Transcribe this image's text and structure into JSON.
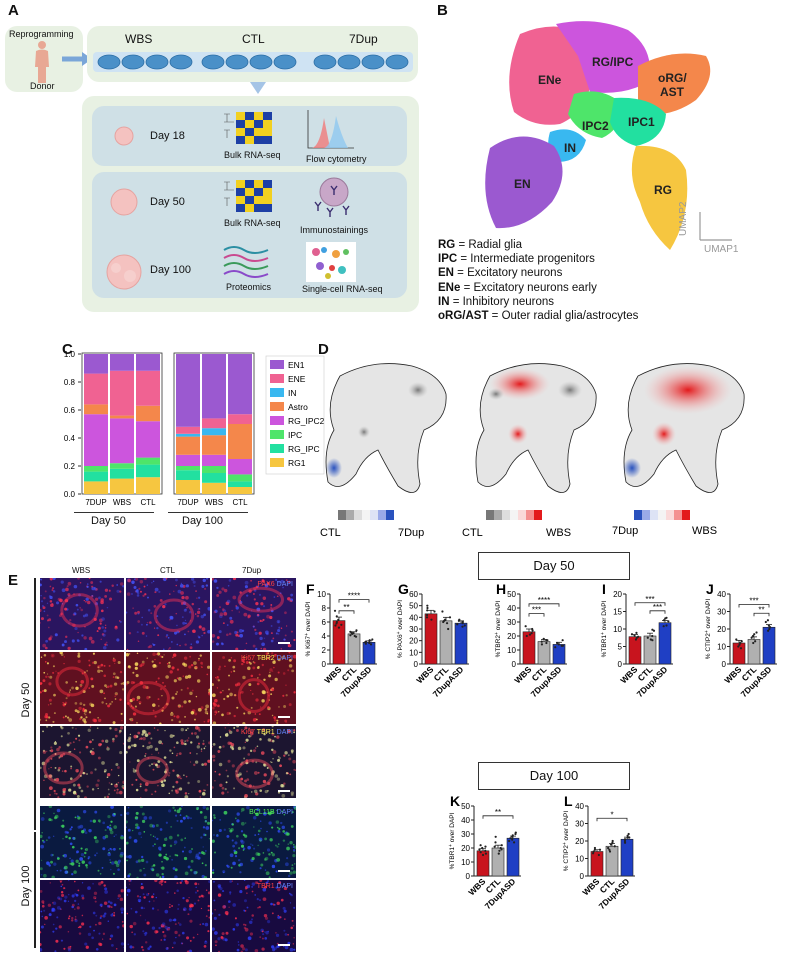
{
  "panel_a": {
    "letter": "A",
    "reprogramming": "Reprogramming",
    "donor": "Donor",
    "groups": [
      "WBS",
      "CTL",
      "7Dup"
    ],
    "group_colors": [
      "#d62728",
      "#555555",
      "#2a52be"
    ],
    "rows": [
      {
        "day": "Day 18",
        "items": [
          "Bulk RNA-seq",
          "Flow cytometry"
        ]
      },
      {
        "day": "Day 50",
        "items": [
          "Bulk RNA-seq",
          "Immunostainings",
          "Proteomics"
        ]
      },
      {
        "day": "Day 100",
        "items": [
          "Single-cell RNA-seq"
        ]
      }
    ]
  },
  "panel_b": {
    "letter": "B",
    "clusters": [
      {
        "label": "ENe",
        "color": "#f06292"
      },
      {
        "label": "RG/IPC",
        "color": "#cc55dd"
      },
      {
        "label": "oRG/\nAST",
        "color": "#f4874b"
      },
      {
        "label": "IPC2",
        "color": "#4ee56a"
      },
      {
        "label": "IPC1",
        "color": "#22e0a0"
      },
      {
        "label": "IN",
        "color": "#39b8f0"
      },
      {
        "label": "EN",
        "color": "#9b59d0"
      },
      {
        "label": "RG",
        "color": "#f6c640"
      }
    ],
    "legend": [
      {
        "abbr": "RG",
        "text": " = Radial glia"
      },
      {
        "abbr": "IPC",
        "text": " = Intermediate progenitors"
      },
      {
        "abbr": "EN",
        "text": " = Excitatory neurons"
      },
      {
        "abbr": "ENe",
        "text": " = Excitatory neurons early"
      },
      {
        "abbr": "IN",
        "text": " = Inhibitory neurons"
      },
      {
        "abbr": "oRG/AST",
        "text": " = Outer radial glia/astrocytes"
      }
    ],
    "axis_x": "UMAP1",
    "axis_y": "UMAP2"
  },
  "panel_c": {
    "letter": "C",
    "legend": [
      {
        "name": "EN1",
        "color": "#9b59d0"
      },
      {
        "name": "ENE",
        "color": "#f06292"
      },
      {
        "name": "IN",
        "color": "#39b8f0"
      },
      {
        "name": "Astro",
        "color": "#f4874b"
      },
      {
        "name": "RG_IPC2",
        "color": "#cc55dd"
      },
      {
        "name": "IPC",
        "color": "#4ee56a"
      },
      {
        "name": "RG_IPC",
        "color": "#22e0a0"
      },
      {
        "name": "RG1",
        "color": "#f6c640"
      }
    ],
    "day_labels": [
      "Day 50",
      "Day 100"
    ]
  },
  "panel_d": {
    "letter": "D",
    "comparisons": [
      {
        "left": "CTL",
        "right": "7Dup"
      },
      {
        "left": "CTL",
        "right": "WBS"
      },
      {
        "left": "7Dup",
        "right": "WBS"
      }
    ]
  },
  "panel_e": {
    "letter": "E",
    "columns": [
      "WBS",
      "CTL",
      "7Dup"
    ],
    "day50": "Day 50",
    "day100": "Day 100",
    "stains": [
      {
        "markers": [
          {
            "t": "PAX6",
            "c": "#ff4040"
          },
          {
            "t": " DAPI",
            "c": "#6688ff"
          }
        ]
      },
      {
        "markers": [
          {
            "t": "Ki67",
            "c": "#ff4040"
          },
          {
            "t": " TBR2",
            "c": "#ffee55"
          },
          {
            "t": " DAPI",
            "c": "#6688ff"
          }
        ]
      },
      {
        "markers": [
          {
            "t": "Ki67",
            "c": "#ff4040"
          },
          {
            "t": " TBR1",
            "c": "#ffee55"
          },
          {
            "t": " DAPI",
            "c": "#6688ff"
          }
        ]
      },
      {
        "markers": [
          {
            "t": "BCL11B",
            "c": "#55ee55"
          },
          {
            "t": " DAPI",
            "c": "#6688ff"
          }
        ]
      },
      {
        "markers": [
          {
            "t": "TBR1",
            "c": "#ff4040"
          },
          {
            "t": " DAPI",
            "c": "#6688ff"
          }
        ]
      }
    ]
  },
  "headers": {
    "day50": "Day 50",
    "day100": "Day 100"
  },
  "chart_data": [
    {
      "type": "stacked_bar",
      "panel": "C-Day50",
      "categories": [
        "7DUP",
        "WBS",
        "CTL"
      ],
      "ylim": [
        0,
        1.0
      ],
      "yticks": [
        "0.0",
        "0.2",
        "0.4",
        "0.6",
        "0.8",
        "1.0"
      ],
      "series": [
        {
          "name": "RG1",
          "values": [
            0.09,
            0.11,
            0.12
          ]
        },
        {
          "name": "RG_IPC",
          "values": [
            0.07,
            0.07,
            0.09
          ]
        },
        {
          "name": "IPC",
          "values": [
            0.04,
            0.04,
            0.05
          ]
        },
        {
          "name": "RG_IPC2",
          "values": [
            0.37,
            0.32,
            0.26
          ]
        },
        {
          "name": "Astro",
          "values": [
            0.07,
            0.02,
            0.11
          ]
        },
        {
          "name": "IN",
          "values": [
            0.0,
            0.0,
            0.0
          ]
        },
        {
          "name": "ENE",
          "values": [
            0.22,
            0.32,
            0.25
          ]
        },
        {
          "name": "EN1",
          "values": [
            0.14,
            0.12,
            0.12
          ]
        }
      ]
    },
    {
      "type": "stacked_bar",
      "panel": "C-Day100",
      "categories": [
        "7DUP",
        "WBS",
        "CTL"
      ],
      "ylim": [
        0,
        1.0
      ],
      "series": [
        {
          "name": "RG1",
          "values": [
            0.1,
            0.08,
            0.05
          ]
        },
        {
          "name": "RG_IPC",
          "values": [
            0.07,
            0.07,
            0.04
          ]
        },
        {
          "name": "IPC",
          "values": [
            0.03,
            0.05,
            0.05
          ]
        },
        {
          "name": "RG_IPC2",
          "values": [
            0.08,
            0.08,
            0.11
          ]
        },
        {
          "name": "Astro",
          "values": [
            0.13,
            0.14,
            0.25
          ]
        },
        {
          "name": "IN",
          "values": [
            0.02,
            0.05,
            0.0
          ]
        },
        {
          "name": "ENE",
          "values": [
            0.05,
            0.07,
            0.07
          ]
        },
        {
          "name": "EN1",
          "values": [
            0.52,
            0.46,
            0.43
          ]
        }
      ]
    },
    {
      "type": "bar",
      "panel": "F",
      "letter": "F",
      "ylabel_main": "% Ki67",
      "ylabel_sup": "+",
      "ylabel_tail": " over DAPI",
      "categories": [
        "WBS",
        "CTL",
        "7DupASD"
      ],
      "values": [
        6.2,
        4.3,
        3.1
      ],
      "errors": [
        0.5,
        0.3,
        0.2
      ],
      "ylim": [
        0,
        10
      ],
      "yticks": [
        0,
        2,
        4,
        6,
        8,
        10
      ],
      "points": [
        [
          7.6,
          6.8,
          6.0,
          5.6,
          5.5,
          5.2,
          6.3,
          5.8
        ],
        [
          4.5,
          4.3,
          4.1,
          3.9,
          4.8,
          4.6,
          4.0,
          4.4
        ],
        [
          3.4,
          3.2,
          3.0,
          2.9,
          2.8,
          3.3,
          3.1,
          3.5
        ]
      ],
      "sig": [
        {
          "from": 0,
          "to": 1,
          "label": "**",
          "y": 7.6
        },
        {
          "from": 0,
          "to": 2,
          "label": "****",
          "y": 9.2
        }
      ]
    },
    {
      "type": "bar",
      "panel": "G",
      "letter": "G",
      "ylabel_main": "% PAX6",
      "ylabel_sup": "+",
      "ylabel_tail": " over DAPI",
      "categories": [
        "WBS",
        "CTL",
        "7DupASD"
      ],
      "values": [
        43,
        37,
        35
      ],
      "errors": [
        3,
        3,
        2
      ],
      "ylim": [
        0,
        60
      ],
      "yticks": [
        0,
        10,
        20,
        30,
        40,
        50,
        60
      ],
      "points": [
        [
          50,
          48,
          46,
          42,
          40,
          38,
          45
        ],
        [
          45,
          40,
          37,
          35,
          30,
          38,
          36
        ],
        [
          38,
          36,
          34,
          33,
          35,
          32,
          37
        ]
      ],
      "sig": []
    },
    {
      "type": "bar",
      "panel": "H",
      "letter": "H",
      "ylabel_main": "%TBR2",
      "ylabel_sup": "+",
      "ylabel_tail": " over DAPI",
      "categories": [
        "WBS",
        "CTL",
        "7DupASD"
      ],
      "values": [
        23,
        16,
        14
      ],
      "errors": [
        2,
        1.5,
        1.5
      ],
      "ylim": [
        0,
        50
      ],
      "yticks": [
        0,
        10,
        20,
        30,
        40,
        50
      ],
      "points": [
        [
          27,
          25,
          22,
          20,
          24,
          21
        ],
        [
          18,
          17,
          15,
          14,
          16,
          17
        ],
        [
          17,
          15,
          13,
          12,
          14,
          13
        ]
      ],
      "sig": [
        {
          "from": 0,
          "to": 1,
          "label": "***",
          "y": 36
        },
        {
          "from": 0,
          "to": 2,
          "label": "****",
          "y": 43
        }
      ]
    },
    {
      "type": "bar",
      "panel": "I",
      "letter": "I",
      "ylabel_main": "%TBR1",
      "ylabel_sup": "+",
      "ylabel_tail": " over DAPI",
      "categories": [
        "WBS",
        "CTL",
        "7DupASD"
      ],
      "values": [
        7.8,
        8.0,
        11.8
      ],
      "errors": [
        0.6,
        0.8,
        0.6
      ],
      "ylim": [
        0,
        20
      ],
      "yticks": [
        0,
        5,
        10,
        15,
        20
      ],
      "points": [
        [
          8.5,
          7.5,
          7.0,
          8.2,
          7.8,
          8.9
        ],
        [
          9.5,
          8.0,
          7.0,
          7.5,
          9.8,
          6.8
        ],
        [
          13.0,
          12.5,
          11.0,
          10.8,
          12.2,
          13.2
        ]
      ],
      "sig": [
        {
          "from": 1,
          "to": 2,
          "label": "***",
          "y": 15.2
        },
        {
          "from": 0,
          "to": 2,
          "label": "***",
          "y": 17.5
        }
      ]
    },
    {
      "type": "bar",
      "panel": "J",
      "letter": "J",
      "ylabel_main": "% CTIP2",
      "ylabel_sup": "+",
      "ylabel_tail": " over DAPI",
      "categories": [
        "WBS",
        "CTL",
        "7DupASD"
      ],
      "values": [
        12,
        14,
        21
      ],
      "errors": [
        1.5,
        1.5,
        1.5
      ],
      "ylim": [
        0,
        40
      ],
      "yticks": [
        0,
        10,
        20,
        30,
        40
      ],
      "points": [
        [
          14,
          11,
          10,
          12,
          13,
          9
        ],
        [
          17,
          13,
          12,
          15,
          16,
          18
        ],
        [
          24,
          22,
          19,
          21,
          25,
          20
        ]
      ],
      "sig": [
        {
          "from": 1,
          "to": 2,
          "label": "**",
          "y": 29
        },
        {
          "from": 0,
          "to": 2,
          "label": "***",
          "y": 34
        }
      ]
    },
    {
      "type": "bar",
      "panel": "K",
      "letter": "K",
      "ylabel_main": "%TBR1",
      "ylabel_sup": "+",
      "ylabel_tail": " over DAPI",
      "categories": [
        "WBS",
        "CTL",
        "7DupASD"
      ],
      "values": [
        18,
        20,
        27
      ],
      "errors": [
        1.5,
        2,
        1.5
      ],
      "ylim": [
        0,
        50
      ],
      "yticks": [
        0,
        10,
        20,
        30,
        40,
        50
      ],
      "points": [
        [
          22,
          20,
          17,
          16,
          18,
          21,
          19,
          15
        ],
        [
          28,
          24,
          22,
          20,
          18,
          16,
          21,
          19
        ],
        [
          30,
          28,
          26,
          25,
          27,
          29,
          24,
          31
        ]
      ],
      "sig": [
        {
          "from": 0,
          "to": 2,
          "label": "**",
          "y": 43
        }
      ]
    },
    {
      "type": "bar",
      "panel": "L",
      "letter": "L",
      "ylabel_main": "% CTIP2",
      "ylabel_sup": "+",
      "ylabel_tail": " over DAPI",
      "categories": [
        "WBS",
        "CTL",
        "7DupASD"
      ],
      "values": [
        14,
        17,
        21
      ],
      "errors": [
        1,
        1.5,
        1.2
      ],
      "ylim": [
        0,
        40
      ],
      "yticks": [
        0,
        10,
        20,
        30,
        40
      ],
      "points": [
        [
          16,
          15,
          13,
          14,
          12,
          15
        ],
        [
          20,
          18,
          16,
          15,
          19,
          17,
          14
        ],
        [
          24,
          22,
          20,
          21,
          19,
          23,
          22
        ]
      ],
      "sig": [
        {
          "from": 0,
          "to": 2,
          "label": "*",
          "y": 33
        }
      ]
    }
  ]
}
